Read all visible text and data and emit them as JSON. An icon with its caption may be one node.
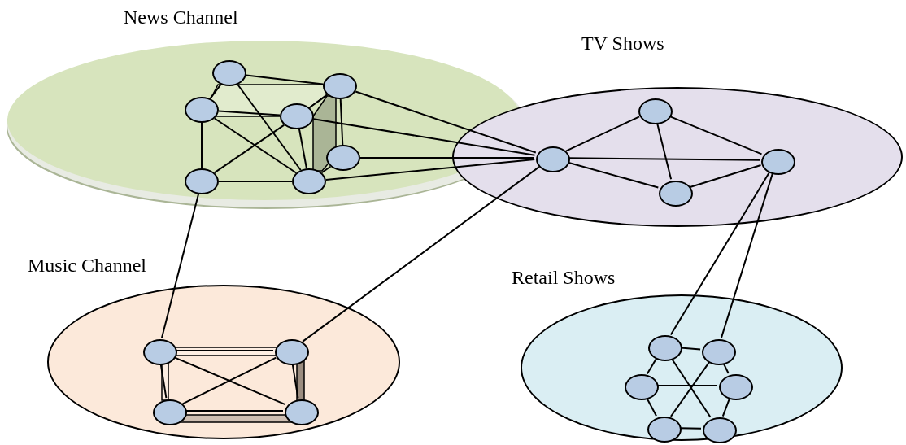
{
  "diagram": {
    "nodes": [
      {
        "text": [
          "News Channel"
        ]
      },
      {
        "text": [],
        "shape": "circle",
        "in": 0
      },
      {
        "text": [],
        "shape": "circle",
        "in": 0
      },
      {
        "text": [],
        "shape": "circle",
        "in": 0
      },
      {
        "text": [],
        "shape": "circle",
        "in": 0
      },
      {
        "text": [],
        "shape": "circle",
        "in": 0
      },
      {
        "text": [],
        "shape": "circle",
        "in": 0
      },
      {
        "text": [],
        "shape": "circle",
        "in": 0
      },
      {
        "text": [
          "TV Shows"
        ]
      },
      {
        "text": [],
        "shape": "circle",
        "in": 8
      },
      {
        "text": [],
        "shape": "circle",
        "in": 8
      },
      {
        "text": [],
        "shape": "circle",
        "in": 8
      },
      {
        "text": [],
        "shape": "circle",
        "in": 8
      },
      {
        "text": [
          "Music Channel"
        ]
      },
      {
        "text": [],
        "shape": "circle",
        "in": 13
      },
      {
        "text": [],
        "shape": "circle",
        "in": 13
      },
      {
        "text": [],
        "shape": "circle",
        "in": 13
      },
      {
        "text": [],
        "shape": "circle",
        "in": 13
      },
      {
        "text": [
          "Retail Shows"
        ]
      },
      {
        "text": [],
        "shape": "circle",
        "in": 18
      },
      {
        "text": [],
        "shape": "circle",
        "in": 18
      },
      {
        "text": [],
        "shape": "circle",
        "in": 18
      },
      {
        "text": [],
        "shape": "circle",
        "in": 18
      },
      {
        "text": [],
        "shape": "circle",
        "in": 18
      },
      {
        "text": [],
        "shape": "circle",
        "in": 18
      }
    ],
    "edges": [
      {
        "from": 1,
        "to": 2,
        "arrow": "none"
      },
      {
        "from": 1,
        "to": 3,
        "arrow": "none"
      },
      {
        "from": 1,
        "to": 7,
        "arrow": "none"
      },
      {
        "from": 3,
        "to": 4,
        "arrow": "none"
      },
      {
        "from": 3,
        "to": 6,
        "arrow": "none"
      },
      {
        "from": 3,
        "to": 7,
        "arrow": "none"
      },
      {
        "from": 4,
        "to": 6,
        "arrow": "none"
      },
      {
        "from": 4,
        "to": 2,
        "arrow": "none"
      },
      {
        "from": 2,
        "to": 5,
        "arrow": "none"
      },
      {
        "from": 4,
        "to": 7,
        "arrow": "none"
      },
      {
        "from": 5,
        "to": 7,
        "arrow": "none"
      },
      {
        "from": 6,
        "to": 7,
        "arrow": "none"
      },
      {
        "from": 2,
        "to": 9,
        "arrow": "none"
      },
      {
        "from": 4,
        "to": 9,
        "arrow": "none"
      },
      {
        "from": 5,
        "to": 9,
        "arrow": "none"
      },
      {
        "from": 7,
        "to": 9,
        "arrow": "none"
      },
      {
        "from": 9,
        "to": 10,
        "arrow": "none"
      },
      {
        "from": 9,
        "to": 11,
        "arrow": "none"
      },
      {
        "from": 9,
        "to": 12,
        "arrow": "none"
      },
      {
        "from": 10,
        "to": 11,
        "arrow": "none"
      },
      {
        "from": 10,
        "to": 12,
        "arrow": "none"
      },
      {
        "from": 12,
        "to": 11,
        "arrow": "none"
      },
      {
        "from": 6,
        "to": 14,
        "arrow": "none"
      },
      {
        "from": 15,
        "to": 9,
        "arrow": "none"
      },
      {
        "from": 14,
        "to": 15,
        "arrow": "none"
      },
      {
        "from": 14,
        "to": 16,
        "arrow": "none"
      },
      {
        "from": 15,
        "to": 17,
        "arrow": "none"
      },
      {
        "from": 16,
        "to": 17,
        "arrow": "none"
      },
      {
        "from": 14,
        "to": 17,
        "arrow": "none"
      },
      {
        "from": 15,
        "to": 16,
        "arrow": "none"
      },
      {
        "from": 11,
        "to": 19,
        "arrow": "none"
      },
      {
        "from": 11,
        "to": 20,
        "arrow": "none"
      },
      {
        "from": 19,
        "to": 20,
        "arrow": "none"
      },
      {
        "from": 19,
        "to": 21,
        "arrow": "none"
      },
      {
        "from": 20,
        "to": 22,
        "arrow": "none"
      },
      {
        "from": 21,
        "to": 23,
        "arrow": "none"
      },
      {
        "from": 22,
        "to": 24,
        "arrow": "none"
      },
      {
        "from": 23,
        "to": 24,
        "arrow": "none"
      },
      {
        "from": 21,
        "to": 22,
        "arrow": "none"
      },
      {
        "from": 19,
        "to": 24,
        "arrow": "none"
      },
      {
        "from": 20,
        "to": 23,
        "arrow": "none"
      }
    ]
  }
}
